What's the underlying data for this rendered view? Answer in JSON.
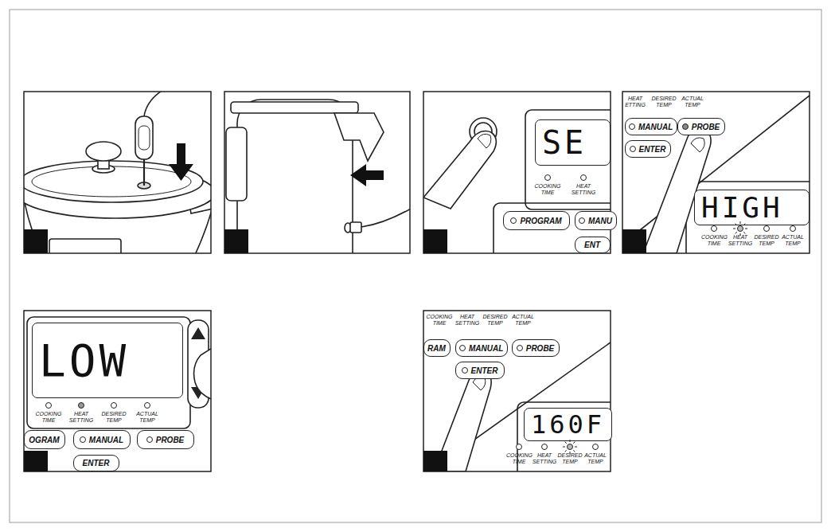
{
  "diagram": {
    "nodes": [
      {
        "text": [
          "SE"
        ]
      },
      {
        "text": [
          "PROGRAM"
        ]
      },
      {
        "text": [
          "MANU"
        ]
      },
      {
        "text": [
          "ENT"
        ]
      },
      {
        "text": [
          "MANUAL"
        ]
      },
      {
        "text": [
          "PROBE"
        ]
      },
      {
        "text": [
          "ENTER"
        ]
      },
      {
        "text": [
          "HIGH"
        ]
      },
      {
        "text": [
          "LOW"
        ]
      },
      {
        "text": [
          "OGRAM"
        ]
      },
      {
        "text": [
          "MANUAL"
        ]
      },
      {
        "text": [
          "PROBE"
        ]
      },
      {
        "text": [
          "ENTER"
        ]
      },
      {
        "text": [
          "RAM"
        ]
      },
      {
        "text": [
          "MANUAL"
        ]
      },
      {
        "text": [
          "PROBE"
        ]
      },
      {
        "text": [
          "ENTER"
        ]
      },
      {
        "text": [
          "160F"
        ]
      }
    ],
    "labels": [
      "COOKING TIME",
      "HEAT SETTING",
      "HEAT ETTING",
      "DESIRED TEMP",
      "ACTUAL TEMP",
      "COOKING TIME",
      "HEAT SETTING",
      "DESIRED TEMP",
      "ACTUAL TEMP",
      "COOKING TIME",
      "HEAT SETTING",
      "DESIRED TEMP",
      "ACTUAL TEMP",
      "COOKING TIME",
      "HEAT SETTING",
      "DESIRED TEMP",
      "ACTUAL TEMP",
      "COOKING TIME",
      "HEAT SETTING",
      "DESIRED TEMP",
      "ACTUAL TEMP"
    ]
  }
}
